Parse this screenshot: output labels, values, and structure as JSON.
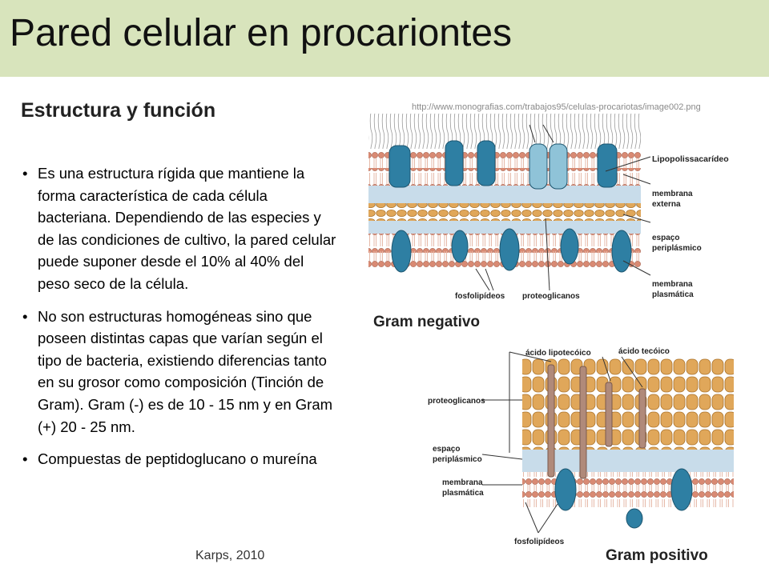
{
  "title": "Pared celular en procariontes",
  "subtitle": "Estructura y función",
  "bullets": [
    "Es una estructura rígida que mantiene la forma característica de cada célula bacteriana. Dependiendo de las especies y de las condiciones de cultivo, la pared celular puede suponer desde el 10% al 40% del peso seco de la célula.",
    "No son estructuras homogéneas sino que poseen distintas capas que varían según el tipo de bacteria, existiendo diferencias tanto en su grosor como composición (Tinción de Gram). Gram (-) es de 10 - 15 nm y en Gram (+) 20 - 25 nm.",
    "Compuestas de peptidoglucano o mureína"
  ],
  "citation": "Karps, 2010",
  "image_url": "http://www.monografias.com/trabajos95/celulas-procariotas/image002.png",
  "figure": {
    "gram_negative": {
      "title": "Gram negativo",
      "labels": {
        "lps": "Lipopolissacarídeo",
        "outer_membrane_1": "membrana",
        "outer_membrane_2": "externa",
        "periplasm_1": "espaço",
        "periplasm_2": "periplásmico",
        "plasma_membrane_1": "membrana",
        "plasma_membrane_2": "plasmática",
        "phospholipids": "fosfolipídeos",
        "peptidoglycan": "proteoglicanos"
      }
    },
    "gram_positive": {
      "title": "Gram positivo",
      "labels": {
        "lipoteichoic": "ácido lipotecóico",
        "teichoic": "ácido tecóico",
        "peptidoglycan": "proteoglicanos",
        "periplasm_1": "espaço",
        "periplasm_2": "periplásmico",
        "plasma_membrane_1": "membrana",
        "plasma_membrane_2": "plasmática",
        "phospholipids": "fosfolipídeos"
      }
    },
    "colors": {
      "protein": "#2e7fa3",
      "protein_light": "#8fc3d8",
      "lipid_head": "#d98a73",
      "peptidoglycan": "#e0a75a",
      "periplasm": "#c8dcea",
      "teichoic": "#b08a7a"
    }
  }
}
